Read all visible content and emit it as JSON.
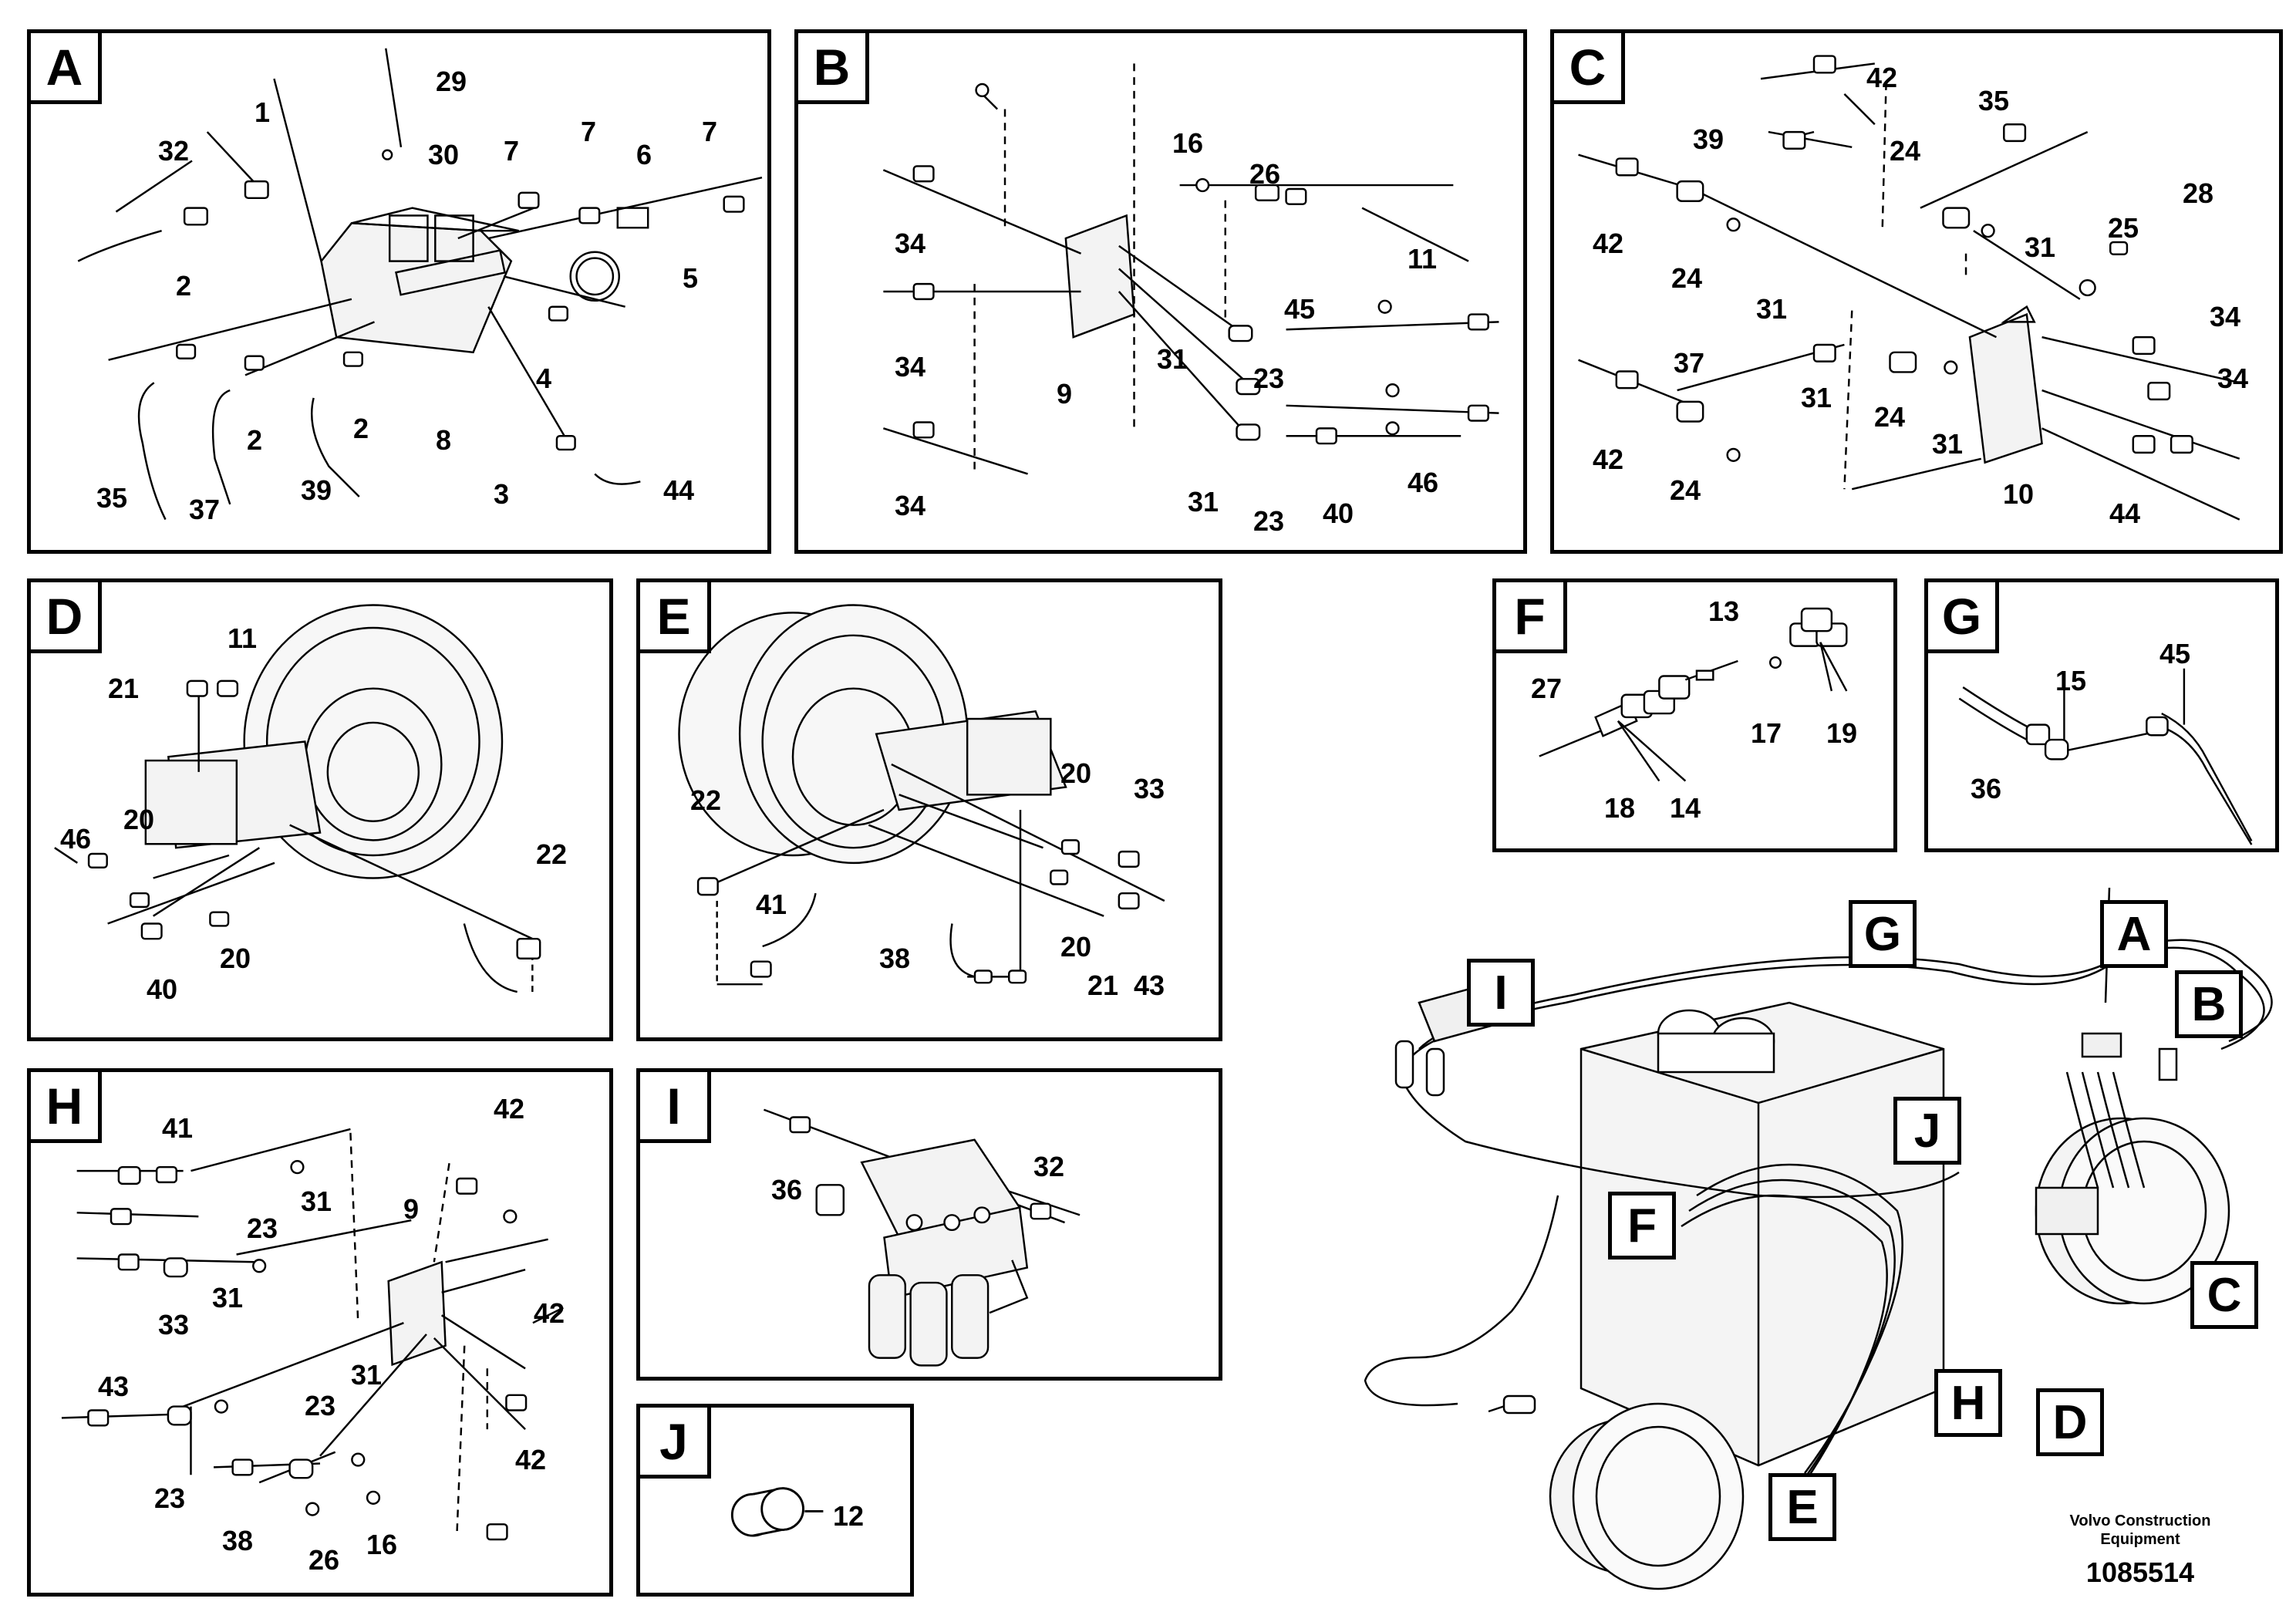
{
  "panels": {
    "A": {
      "label": "A",
      "numbers": [
        "29",
        "1",
        "32",
        "30",
        "7",
        "7",
        "6",
        "7",
        "5",
        "2",
        "4",
        "2",
        "2",
        "8",
        "3",
        "35",
        "37",
        "39",
        "44"
      ]
    },
    "B": {
      "label": "B",
      "numbers": [
        "16",
        "26",
        "34",
        "45",
        "11",
        "34",
        "9",
        "31",
        "23",
        "31",
        "23",
        "40",
        "46",
        "34"
      ]
    },
    "C": {
      "label": "C",
      "numbers": [
        "42",
        "35",
        "39",
        "24",
        "28",
        "42",
        "24",
        "31",
        "31",
        "25",
        "34",
        "34",
        "37",
        "31",
        "24",
        "31",
        "42",
        "24",
        "10",
        "44"
      ]
    },
    "D": {
      "label": "D",
      "numbers": [
        "11",
        "21",
        "20",
        "46",
        "22",
        "40",
        "20"
      ]
    },
    "E": {
      "label": "E",
      "numbers": [
        "22",
        "20",
        "33",
        "41",
        "20",
        "38",
        "21",
        "43"
      ]
    },
    "F": {
      "label": "F",
      "numbers": [
        "13",
        "27",
        "17",
        "19",
        "18",
        "14"
      ]
    },
    "G": {
      "label": "G",
      "numbers": [
        "45",
        "15",
        "36"
      ]
    },
    "H": {
      "label": "H",
      "numbers": [
        "41",
        "42",
        "23",
        "31",
        "9",
        "33",
        "31",
        "42",
        "43",
        "23",
        "31",
        "23",
        "38",
        "26",
        "16",
        "42"
      ]
    },
    "I": {
      "label": "I",
      "numbers": [
        "36",
        "32"
      ]
    },
    "J": {
      "label": "J",
      "numbers": [
        "12"
      ]
    }
  },
  "overview": {
    "callouts": [
      "G",
      "A",
      "I",
      "B",
      "J",
      "F",
      "C",
      "H",
      "D",
      "E"
    ]
  },
  "footer": {
    "company_line1": "Volvo Construction",
    "company_line2": "Equipment",
    "drawing_number": "1085514"
  }
}
